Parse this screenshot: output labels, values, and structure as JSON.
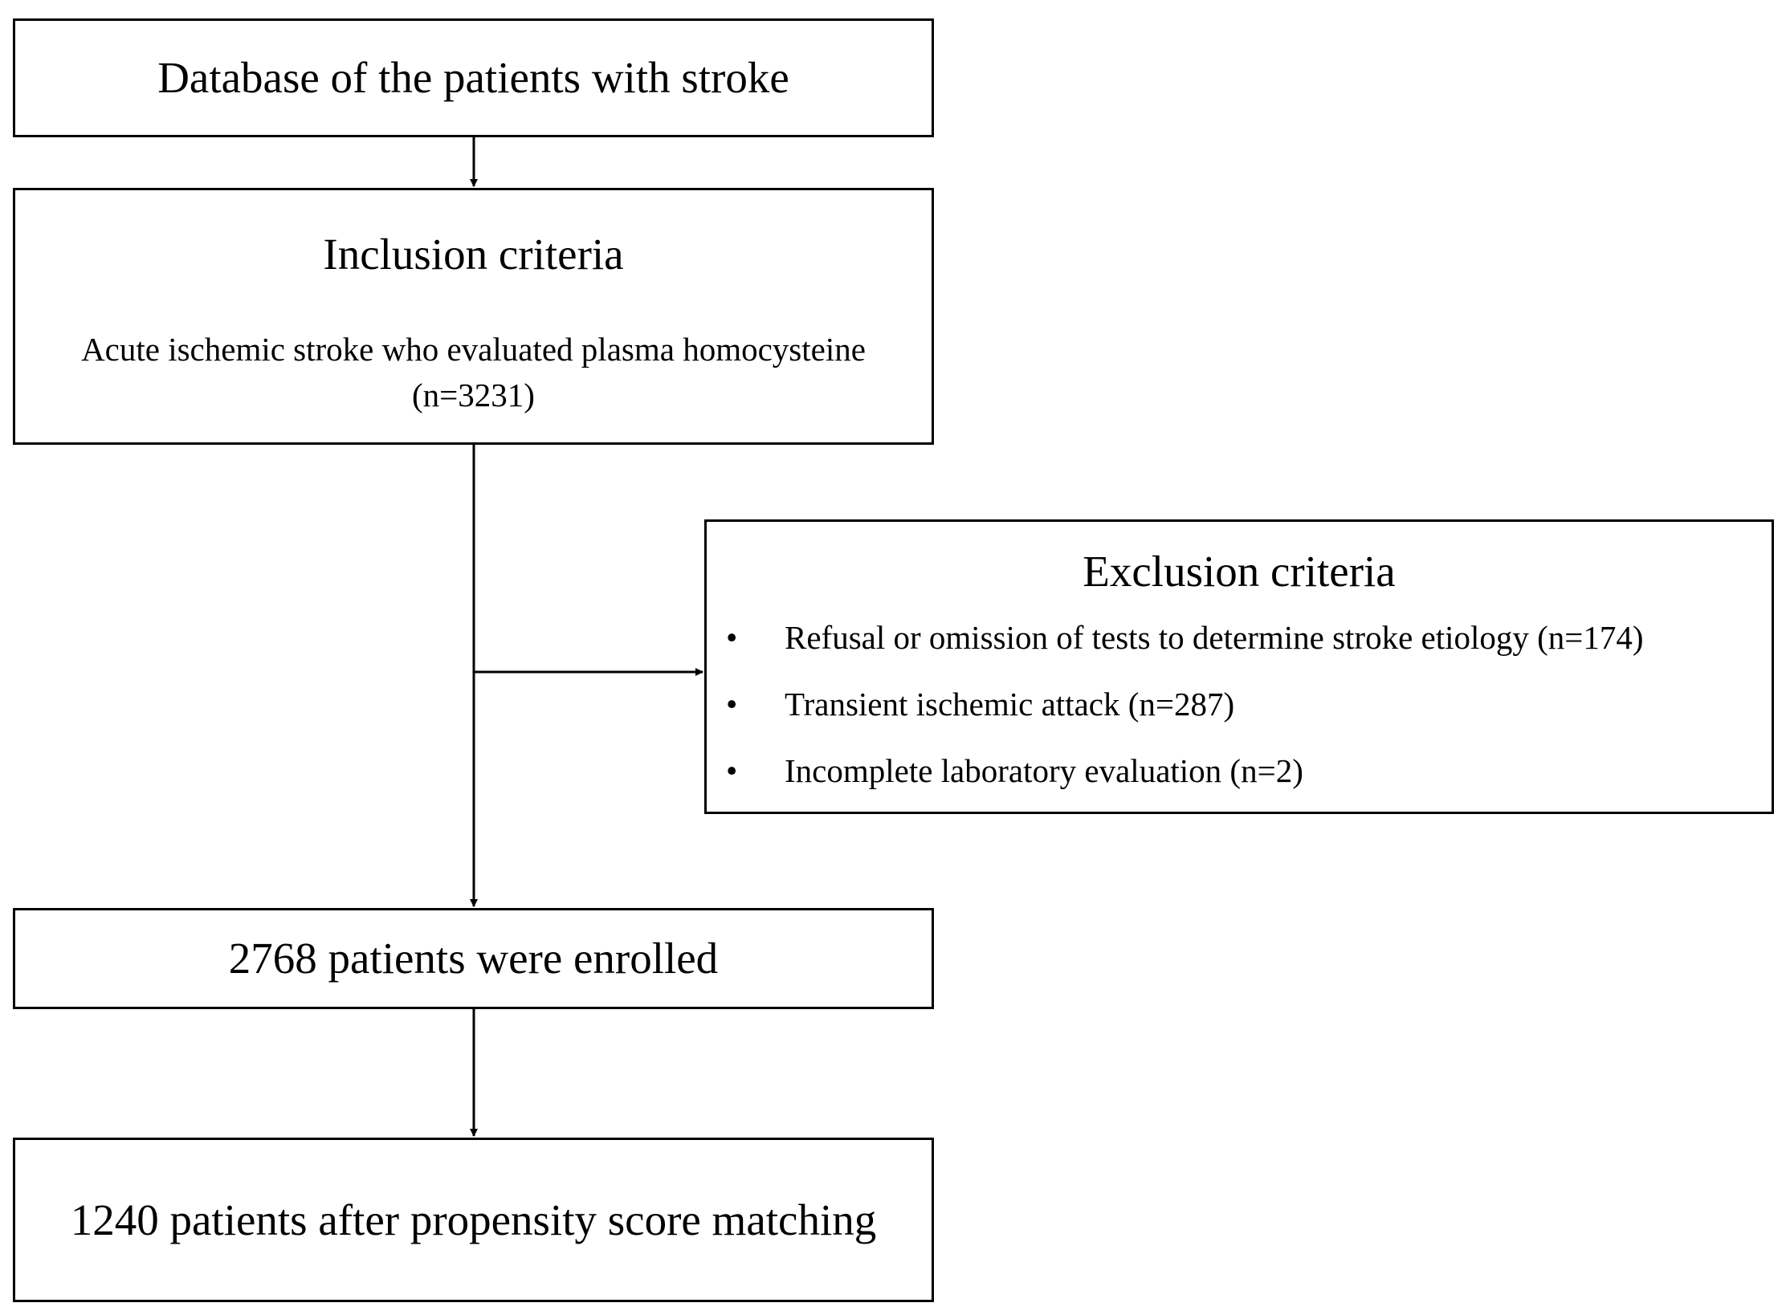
{
  "diagram": {
    "database_box": {
      "text": "Database of the patients with stroke"
    },
    "inclusion_box": {
      "title": "Inclusion criteria",
      "line1": "Acute ischemic stroke who evaluated plasma homocysteine",
      "line2": "(n=3231)"
    },
    "exclusion_box": {
      "title": "Exclusion criteria",
      "bullet_glyph": "•",
      "items": [
        {
          "label": "Refusal or omission of tests to determine stroke etiology (n=174)"
        },
        {
          "label": "Transient ischemic attack (n=287)"
        },
        {
          "label": "Incomplete laboratory evaluation (n=2)"
        }
      ]
    },
    "enrolled_box": {
      "text": "2768 patients were enrolled"
    },
    "final_box": {
      "text": "1240 patients after propensity score matching"
    },
    "colors": {
      "stroke": "#000000",
      "background": "#ffffff"
    }
  }
}
